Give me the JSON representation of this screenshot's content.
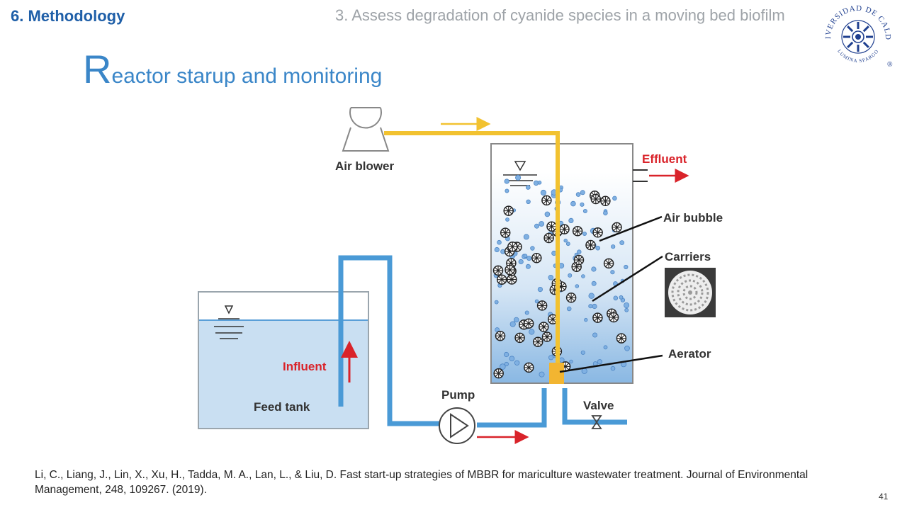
{
  "header": {
    "section": "6. Methodology",
    "subtitle": "3. Assess degradation of cyanide species in a moving bed biofilm",
    "title_initial": "R",
    "title_rest": "eactor starup and monitoring"
  },
  "logo": {
    "icon": "university-seal-icon",
    "arc_text": "UNIVERSIDAD DE CALDAS",
    "motto": "LUMINA SPARGO",
    "registered": "®"
  },
  "diagram": {
    "labels": {
      "air_blower": "Air blower",
      "effluent": "Effluent",
      "air_bubble": "Air bubble",
      "carriers": "Carriers",
      "aerator": "Aerator",
      "influent": "Influent",
      "feed_tank": "Feed tank",
      "pump": "Pump",
      "valve": "Valve"
    },
    "colors": {
      "water_pipe": "#4a9ad6",
      "air_pipe": "#f2c230",
      "arrow_red": "#d9232a",
      "tank_fill": "#c9dff2"
    }
  },
  "footer": {
    "citation": "Li, C., Liang, J., Lin, X., Xu, H., Tadda, M. A., Lan, L., & Liu, D. Fast start-up strategies of MBBR for mariculture wastewater treatment. Journal of Environmental Management, 248, 109267. (2019).",
    "page_number": "41"
  }
}
